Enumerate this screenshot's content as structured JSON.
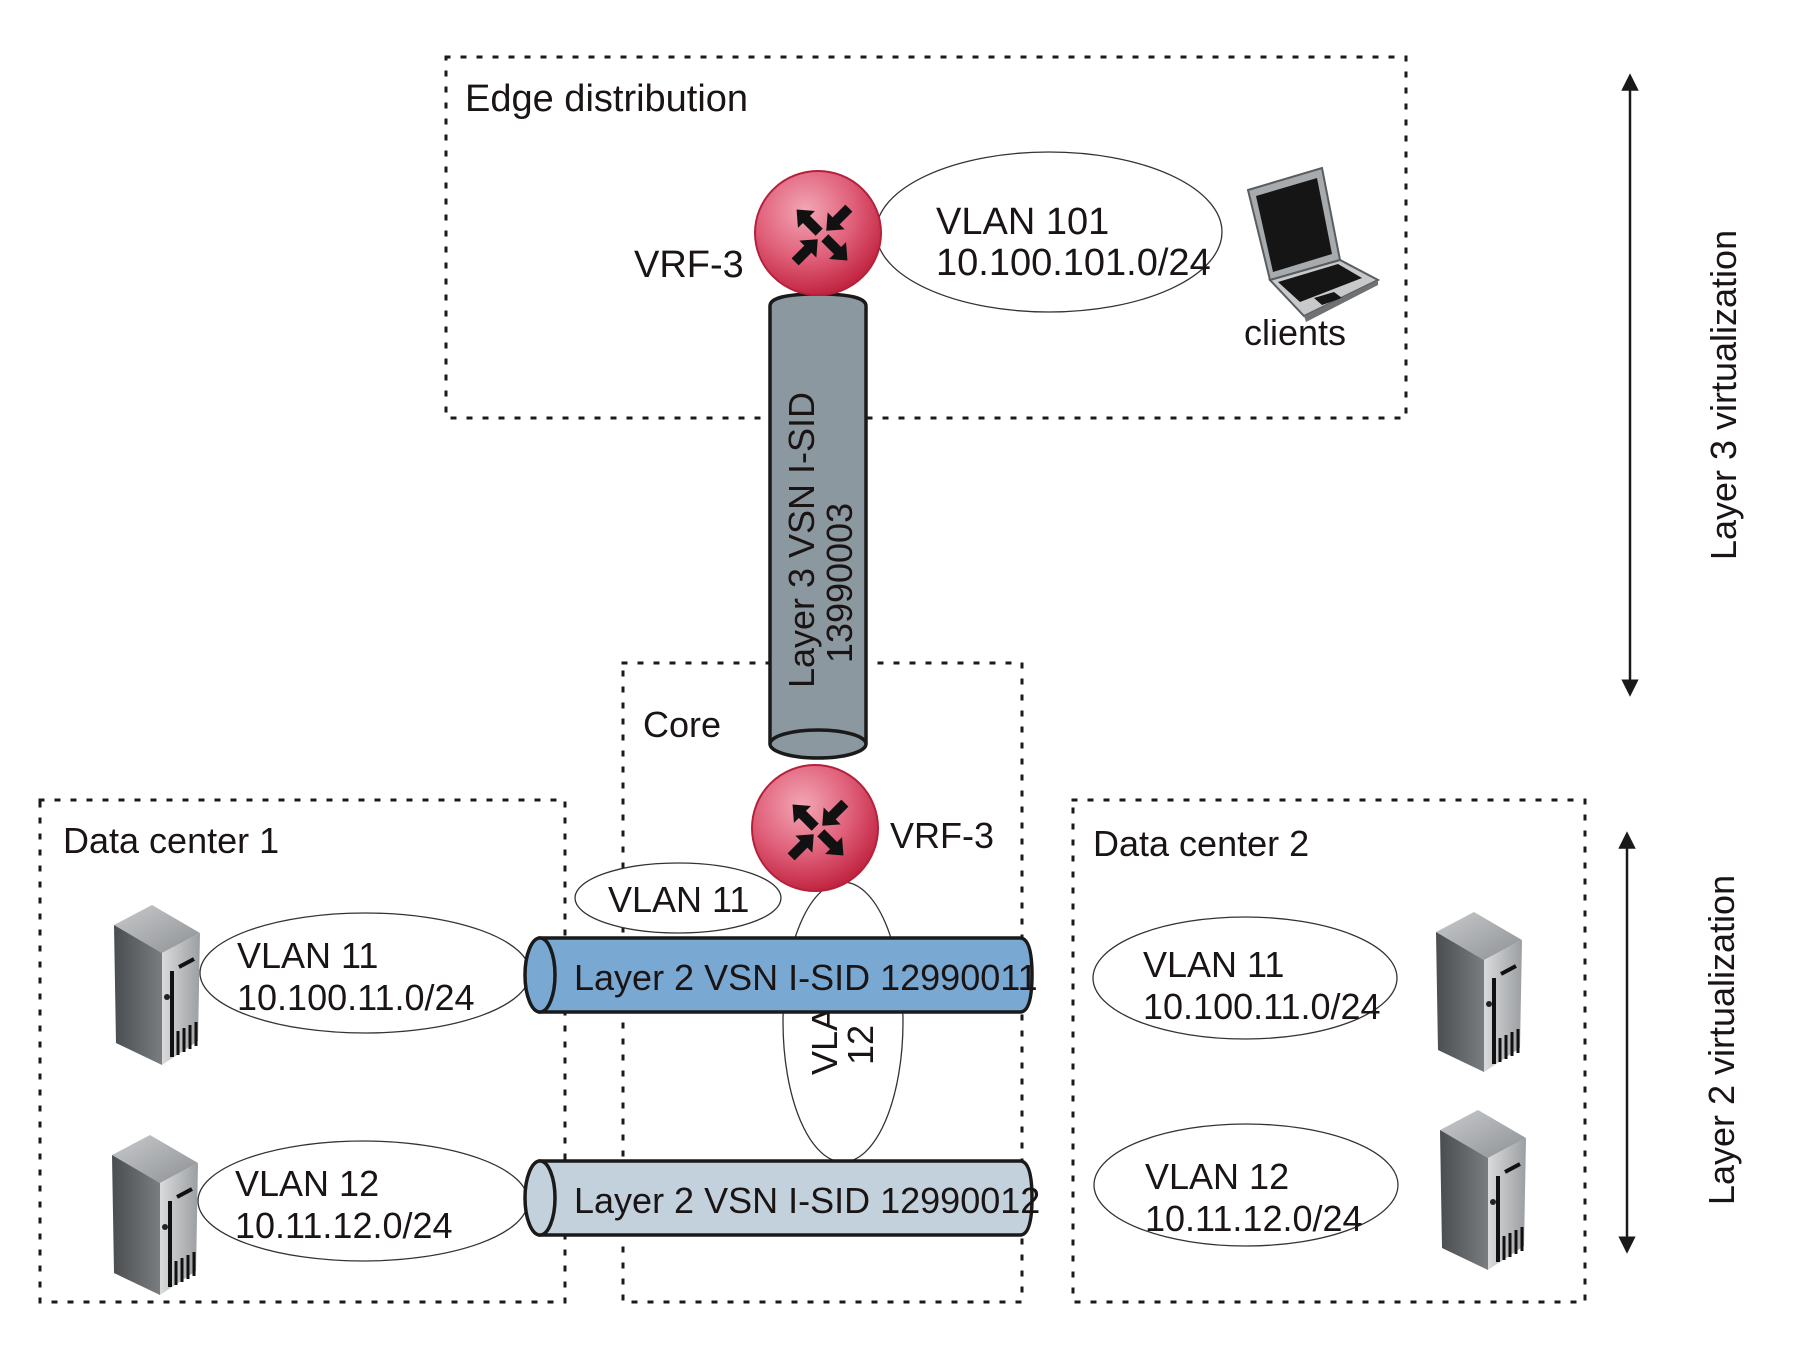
{
  "colors": {
    "router_red": "#e0506a",
    "l3_cylinder": "#8c989f",
    "l2_cylinder_11": "#79a8d2",
    "l2_cylinder_12": "#c3d1dc",
    "text": "#1a1414"
  },
  "zones": {
    "edge": {
      "label": "Edge distribution"
    },
    "core": {
      "label": "Core"
    },
    "dc1": {
      "label": "Data center 1"
    },
    "dc2": {
      "label": "Data center 2"
    }
  },
  "edge": {
    "router": {
      "label": "VRF-3",
      "icon": "router-icon"
    },
    "vlan": {
      "line1": "VLAN 101",
      "line2": "10.100.101.0/24"
    },
    "clients": {
      "label": "clients",
      "icon": "laptop-icon"
    }
  },
  "core": {
    "router": {
      "label": "VRF-3",
      "icon": "router-icon"
    },
    "vlan11": {
      "label": "VLAN 11"
    },
    "vlan12": {
      "line1": "VLAN",
      "line2": "12"
    }
  },
  "l3_vsn": {
    "line1": "Layer 3 VSN I-SID",
    "line2": "13990003"
  },
  "l2_vsn_11": {
    "label": "Layer 2 VSN I-SID 12990011"
  },
  "l2_vsn_12": {
    "label": "Layer 2 VSN I-SID 12990012"
  },
  "dc1": {
    "vlan11": {
      "line1": "VLAN 11",
      "line2": "10.100.11.0/24",
      "icon": "server-icon"
    },
    "vlan12": {
      "line1": "VLAN 12",
      "line2": "10.11.12.0/24",
      "icon": "server-icon"
    }
  },
  "dc2": {
    "vlan11": {
      "line1": "VLAN 11",
      "line2": "10.100.11.0/24",
      "icon": "server-icon"
    },
    "vlan12": {
      "line1": "VLAN 12",
      "line2": "10.11.12.0/24",
      "icon": "server-icon"
    }
  },
  "scope": {
    "layer3": {
      "label": "Layer 3 virtualization"
    },
    "layer2": {
      "label": "Layer 2 virtualization"
    }
  }
}
